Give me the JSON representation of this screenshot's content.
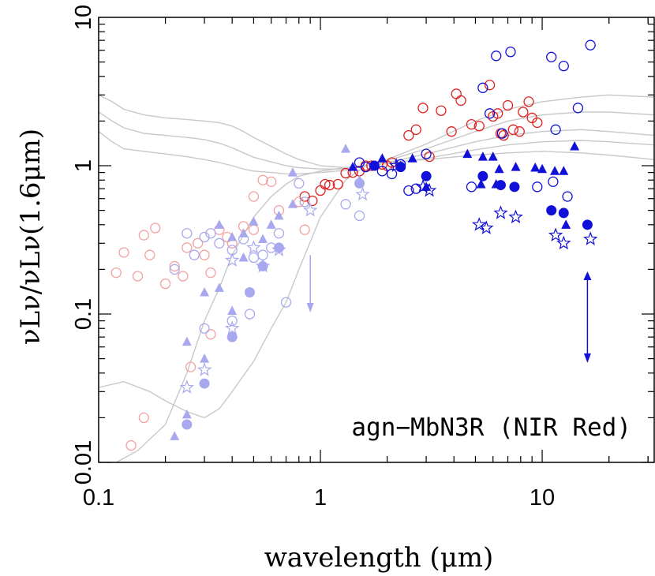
{
  "chart_data": {
    "type": "scatter",
    "title": "",
    "xlabel": "wavelength (μm)",
    "ylabel": "νLν/νLν(1.6μm)",
    "xscale": "log",
    "yscale": "log",
    "xlim": [
      0.1,
      32
    ],
    "ylim": [
      0.01,
      10
    ],
    "x_ticks": [
      {
        "value": 0.1,
        "label": "0.1"
      },
      {
        "value": 1,
        "label": "1"
      },
      {
        "value": 10,
        "label": "10"
      }
    ],
    "y_ticks": [
      {
        "value": 0.01,
        "label": "0.01"
      },
      {
        "value": 0.1,
        "label": "0.1"
      },
      {
        "value": 1,
        "label": "1"
      },
      {
        "value": 10,
        "label": "10"
      }
    ],
    "grid": false,
    "annotation": "agn−MbN3R (NIR Red)",
    "colors": {
      "red": "#e02020",
      "light_red": "#f2a0a0",
      "blue": "#1010d8",
      "light_blue": "#a8a8ee",
      "gray": "#c8c8c8"
    },
    "templates": [
      {
        "x": [
          0.1,
          0.115,
          0.13,
          0.16,
          0.2,
          0.25,
          0.3,
          0.35,
          0.4,
          0.45,
          0.5,
          0.6,
          0.7,
          0.8,
          1.0,
          1.3,
          1.6,
          2.0,
          3.0,
          5.0,
          7.0,
          10.0,
          15.0,
          20.0,
          32.0
        ],
        "y": [
          3.0,
          2.7,
          2.4,
          2.2,
          2.1,
          2.05,
          2.0,
          1.95,
          1.85,
          1.7,
          1.55,
          1.35,
          1.2,
          1.1,
          1.0,
          0.97,
          1.0,
          1.1,
          1.4,
          2.0,
          2.4,
          2.7,
          2.9,
          3.0,
          2.9
        ]
      },
      {
        "x": [
          0.1,
          0.115,
          0.13,
          0.16,
          0.2,
          0.25,
          0.3,
          0.35,
          0.4,
          0.45,
          0.5,
          0.6,
          0.7,
          0.8,
          1.0,
          1.3,
          1.6,
          2.0,
          3.0,
          5.0,
          7.0,
          10.0,
          15.0,
          20.0,
          32.0
        ],
        "y": [
          2.3,
          2.0,
          1.8,
          1.65,
          1.6,
          1.55,
          1.5,
          1.42,
          1.32,
          1.22,
          1.14,
          1.06,
          1.0,
          0.97,
          0.95,
          0.95,
          1.0,
          1.08,
          1.3,
          1.7,
          2.0,
          2.2,
          2.3,
          2.3,
          2.2
        ]
      },
      {
        "x": [
          0.1,
          0.115,
          0.13,
          0.16,
          0.2,
          0.25,
          0.3,
          0.35,
          0.4,
          0.45,
          0.5,
          0.6,
          0.7,
          0.8,
          1.0,
          1.3,
          1.6,
          2.0,
          3.0,
          5.0,
          7.0,
          10.0,
          15.0,
          20.0,
          32.0
        ],
        "y": [
          1.7,
          1.45,
          1.3,
          1.25,
          1.2,
          1.15,
          1.1,
          1.05,
          1.0,
          0.95,
          0.92,
          0.9,
          0.88,
          0.88,
          0.9,
          0.93,
          1.0,
          1.05,
          1.2,
          1.45,
          1.6,
          1.7,
          1.75,
          1.7,
          1.6
        ]
      },
      {
        "x": [
          0.12,
          0.15,
          0.2,
          0.25,
          0.3,
          0.35,
          0.4,
          0.5,
          0.6,
          0.7,
          0.8,
          1.0,
          1.3,
          1.6,
          2.0,
          3.0,
          5.0,
          7.0,
          10.0,
          15.0,
          20.0,
          32.0
        ],
        "y": [
          0.01,
          0.012,
          0.018,
          0.04,
          0.09,
          0.15,
          0.25,
          0.45,
          0.62,
          0.75,
          0.85,
          0.92,
          0.97,
          1.0,
          1.03,
          1.12,
          1.28,
          1.38,
          1.45,
          1.48,
          1.45,
          1.38
        ]
      },
      {
        "x": [
          0.1,
          0.13,
          0.17,
          0.2,
          0.25,
          0.3,
          0.35,
          0.4,
          0.5,
          0.6,
          0.7,
          0.8,
          1.0,
          1.3,
          1.6,
          2.0,
          3.0,
          5.0,
          7.0,
          10.0,
          15.0,
          20.0,
          32.0
        ],
        "y": [
          0.032,
          0.035,
          0.03,
          0.026,
          0.022,
          0.02,
          0.023,
          0.03,
          0.048,
          0.08,
          0.12,
          0.2,
          0.45,
          0.8,
          1.0,
          1.05,
          1.1,
          1.18,
          1.22,
          1.25,
          1.22,
          1.18,
          1.1
        ]
      }
    ],
    "series": [
      {
        "marker": "circle-open",
        "color": "#e02020",
        "x": [
          0.85,
          0.92,
          1.0,
          1.05,
          1.1,
          1.2,
          1.3,
          1.4,
          1.5,
          1.6,
          1.7,
          1.9,
          2.0,
          2.1,
          2.5,
          2.7,
          2.9,
          3.1,
          3.5,
          3.9,
          4.1,
          4.3,
          4.8,
          5.2,
          5.8,
          6.0,
          6.3,
          6.5,
          6.7,
          7.0,
          7.4,
          7.9,
          8.2,
          8.7,
          9.5,
          9.0
        ],
        "y": [
          0.62,
          0.58,
          0.68,
          0.75,
          0.74,
          0.75,
          0.89,
          0.9,
          0.92,
          1.0,
          1.0,
          1.02,
          1.0,
          1.05,
          1.6,
          1.75,
          2.45,
          1.15,
          2.35,
          1.7,
          3.05,
          2.75,
          1.9,
          1.85,
          3.5,
          2.15,
          2.25,
          1.65,
          1.6,
          2.55,
          1.75,
          1.7,
          2.3,
          2.7,
          1.95,
          2.1
        ]
      },
      {
        "marker": "circle-open",
        "color": "#1010d8",
        "x": [
          1.5,
          1.6,
          1.9,
          2.1,
          2.3,
          2.5,
          2.7,
          3.0,
          4.8,
          5.4,
          5.8,
          6.2,
          6.6,
          7.2,
          9.5,
          11.0,
          11.5,
          12.5,
          13.0,
          14.5,
          16.5,
          11.2
        ],
        "y": [
          1.05,
          0.98,
          0.92,
          0.88,
          1.02,
          0.68,
          0.7,
          1.2,
          0.72,
          3.35,
          2.25,
          5.5,
          1.65,
          5.85,
          0.72,
          5.4,
          1.75,
          4.7,
          0.62,
          2.45,
          6.5,
          0.78
        ]
      },
      {
        "marker": "circle-filled",
        "color": "#1010d8",
        "x": [
          1.75,
          2.3,
          3.0,
          5.4,
          6.5,
          7.5,
          11.0,
          12.5,
          16.0
        ],
        "y": [
          1.0,
          0.98,
          0.85,
          0.85,
          0.74,
          0.72,
          0.5,
          0.48,
          0.4
        ]
      },
      {
        "marker": "triangle-filled",
        "color": "#1010d8",
        "x": [
          1.4,
          1.9,
          2.3,
          2.6,
          3.0,
          4.6,
          5.4,
          6.0,
          6.4,
          7.6,
          9.3,
          10.0,
          11.4,
          12.8,
          14.0,
          5.3,
          6.2,
          12.5
        ],
        "y": [
          0.98,
          1.12,
          1.0,
          1.12,
          0.72,
          1.2,
          1.15,
          1.15,
          0.95,
          0.98,
          0.97,
          0.95,
          0.92,
          0.4,
          1.35,
          0.75,
          0.75,
          0.92
        ]
      },
      {
        "marker": "star-open",
        "color": "#1010d8",
        "x": [
          2.2,
          2.9,
          3.1,
          5.2,
          5.6,
          6.5,
          7.6,
          11.5,
          12.5,
          16.5
        ],
        "y": [
          1.0,
          0.72,
          0.68,
          0.4,
          0.38,
          0.48,
          0.45,
          0.34,
          0.3,
          0.32
        ]
      },
      {
        "marker": "circle-open",
        "color": "#f2a0a0",
        "x": [
          0.12,
          0.13,
          0.15,
          0.16,
          0.17,
          0.18,
          0.2,
          0.22,
          0.24,
          0.25,
          0.28,
          0.3,
          0.32,
          0.35,
          0.38,
          0.4,
          0.45,
          0.5,
          0.55,
          0.6,
          0.8,
          0.85,
          0.5,
          0.65,
          0.14,
          0.16,
          0.26,
          0.32
        ],
        "y": [
          0.19,
          0.26,
          0.18,
          0.34,
          0.25,
          0.38,
          0.16,
          0.21,
          0.18,
          0.28,
          0.3,
          0.25,
          0.19,
          0.37,
          0.33,
          0.3,
          0.39,
          0.37,
          0.8,
          0.78,
          0.57,
          0.37,
          0.62,
          0.5,
          0.013,
          0.02,
          0.044,
          0.073
        ]
      },
      {
        "marker": "circle-open",
        "color": "#a8a8ee",
        "x": [
          0.22,
          0.25,
          0.27,
          0.3,
          0.32,
          0.35,
          0.4,
          0.45,
          0.5,
          0.55,
          0.6,
          0.65,
          0.7,
          0.8,
          0.85,
          1.3,
          1.5,
          0.3,
          0.4,
          0.48
        ],
        "y": [
          0.2,
          0.35,
          0.25,
          0.33,
          0.35,
          0.3,
          0.27,
          0.32,
          0.24,
          0.25,
          0.28,
          0.35,
          0.12,
          0.76,
          0.57,
          0.55,
          0.46,
          0.08,
          0.09,
          0.1
        ]
      },
      {
        "marker": "circle-filled",
        "color": "#a8a8ee",
        "x": [
          0.25,
          0.3,
          0.4,
          0.48,
          0.55,
          0.65,
          1.5
        ],
        "y": [
          0.018,
          0.034,
          0.07,
          0.14,
          0.21,
          0.28,
          0.76
        ]
      },
      {
        "marker": "triangle-filled",
        "color": "#a8a8ee",
        "x": [
          0.22,
          0.25,
          0.3,
          0.35,
          0.4,
          0.45,
          0.5,
          0.55,
          0.6,
          0.65,
          0.75,
          0.35,
          0.3,
          0.25,
          1.3,
          1.5,
          0.75,
          0.4,
          0.45
        ],
        "y": [
          0.015,
          0.021,
          0.05,
          0.4,
          0.33,
          0.35,
          0.42,
          0.32,
          0.4,
          0.46,
          0.9,
          0.15,
          0.14,
          0.065,
          1.3,
          0.8,
          0.55,
          0.105,
          0.24
        ]
      },
      {
        "marker": "star-open",
        "color": "#a8a8ee",
        "x": [
          0.25,
          0.3,
          0.4,
          0.5,
          0.55,
          0.65,
          0.9,
          1.55,
          0.4
        ],
        "y": [
          0.032,
          0.042,
          0.08,
          0.28,
          0.21,
          0.27,
          0.5,
          0.64,
          0.23
        ]
      }
    ],
    "arrows": [
      {
        "x": 16.0,
        "y_from": 0.18,
        "y_to": 0.048,
        "color": "#1010d8",
        "head_top": true
      },
      {
        "x": 0.9,
        "y_from": 0.25,
        "y_to": 0.105,
        "color": "#a8a8ee",
        "head_top": false
      }
    ]
  }
}
